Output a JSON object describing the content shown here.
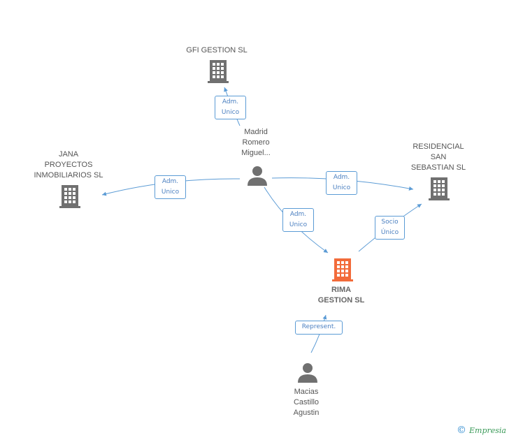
{
  "nodes": {
    "gfi": {
      "name": "GFI GESTION SL"
    },
    "jana": {
      "line1": "JANA",
      "line2": "PROYECTOS",
      "line3": "INMOBILIARIOS SL"
    },
    "residencial": {
      "line1": "RESIDENCIAL",
      "line2": "SAN",
      "line3": "SEBASTIAN SL"
    },
    "madrid": {
      "line1": "Madrid",
      "line2": "Romero",
      "line3": "Miguel..."
    },
    "rima": {
      "line1": "RIMA",
      "line2": "GESTION SL"
    },
    "macias": {
      "line1": "Macias",
      "line2": "Castillo",
      "line3": "Agustin"
    }
  },
  "edges": {
    "madrid_gfi": {
      "line1": "Adm.",
      "line2": "Unico"
    },
    "madrid_jana": {
      "line1": "Adm.",
      "line2": "Unico"
    },
    "madrid_residencial": {
      "line1": "Adm.",
      "line2": "Unico"
    },
    "madrid_rima": {
      "line1": "Adm.",
      "line2": "Unico"
    },
    "rima_residencial": {
      "line1": "Socio",
      "line2": "Único"
    },
    "macias_rima": {
      "line1": "Represent."
    }
  },
  "colors": {
    "edge": "#5b9bd5",
    "company": "#707070",
    "focus_company": "#f26b3a",
    "person": "#707070"
  },
  "footer": {
    "symbol": "©",
    "brand": "Empresia"
  }
}
